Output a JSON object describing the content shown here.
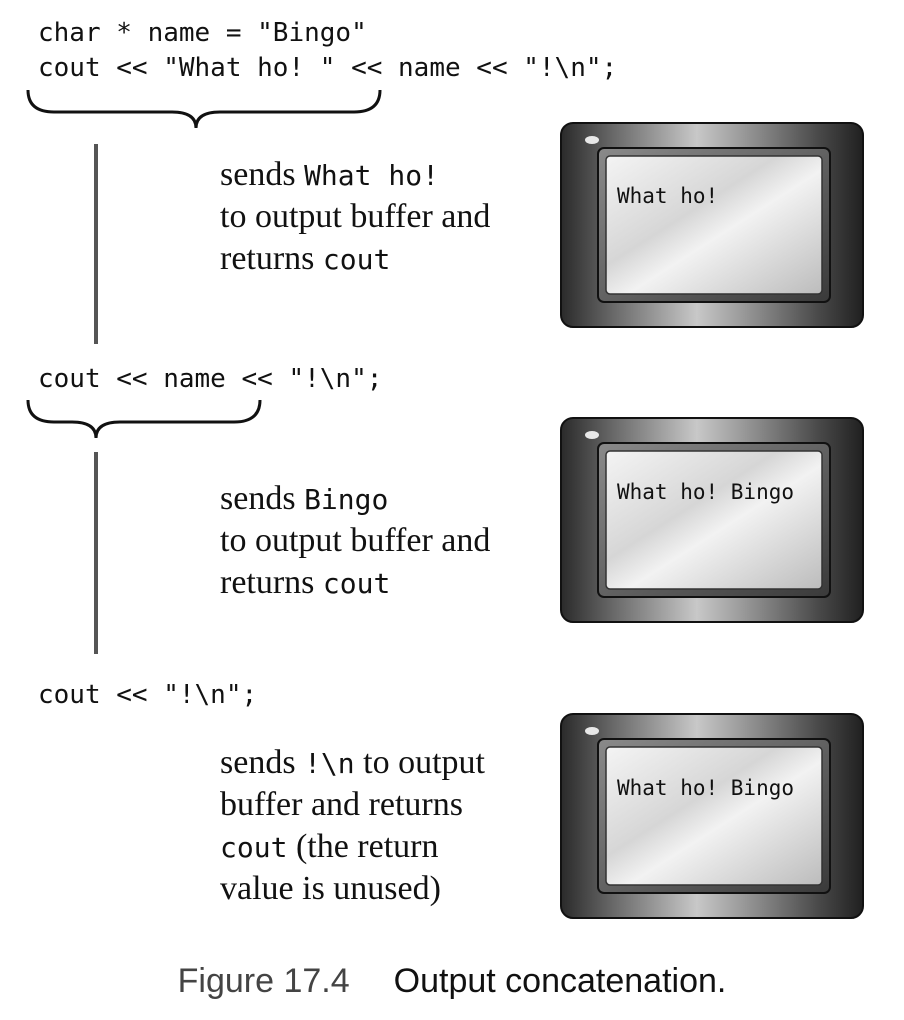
{
  "block1": {
    "code_lines": [
      "char * name = \"Bingo\"",
      "cout << \"What ho! \" << name << \"!\\n\";"
    ],
    "desc": {
      "line1_text": "sends ",
      "line1_code": "What ho!",
      "line2": "to output buffer and",
      "line3_text": "returns ",
      "line3_code": "cout"
    },
    "screen_text": "What ho!"
  },
  "block2": {
    "code": "cout << name << \"!\\n\";",
    "desc": {
      "line1_text": "sends ",
      "line1_code": "Bingo",
      "line2": "to output buffer and",
      "line3_text": "returns ",
      "line3_code": "cout"
    },
    "screen_text": "What ho! Bingo"
  },
  "block3": {
    "code": "cout << \"!\\n\";",
    "desc": {
      "line1_text": "sends ",
      "line1_code": "!\\n",
      "line1_tail": " to output",
      "line2": "buffer and returns",
      "line3_code": "cout",
      "line3_tail": " (the return",
      "line4": "value is unused)"
    },
    "screen_text": "What ho! Bingo"
  },
  "caption": {
    "figure": "Figure 17.4",
    "text": "Output concatenation."
  },
  "colors": {
    "bezel_dark": "#2a2a2a",
    "bezel_light": "#bdbdbd",
    "screen_light": "#f2f2f2",
    "line": "#555555"
  }
}
